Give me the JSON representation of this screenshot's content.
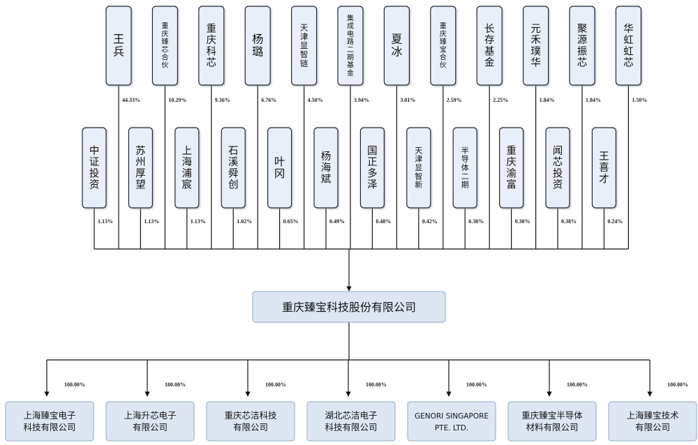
{
  "top_row": [
    {
      "name": "王兵",
      "pct": "44.33%"
    },
    {
      "name": "重庆臻芯合伙",
      "pct": "10.29%"
    },
    {
      "name": "重庆科芯",
      "pct": "9.36%"
    },
    {
      "name": "杨璐",
      "pct": "6.76%"
    },
    {
      "name": "天津显智链",
      "pct": "4.50%"
    },
    {
      "name": "集成电路二期基金",
      "pct": "3.94%"
    },
    {
      "name": "夏冰",
      "pct": "3.01%"
    },
    {
      "name": "重庆臻宝合伙",
      "pct": "2.59%"
    },
    {
      "name": "长存基金",
      "pct": "2.25%"
    },
    {
      "name": "元禾璞华",
      "pct": "1.84%"
    },
    {
      "name": "聚源振芯",
      "pct": "1.84%"
    },
    {
      "name": "华虹虹芯",
      "pct": "1.50%"
    }
  ],
  "second_row": [
    {
      "name": "中证投资",
      "pct": "1.13%"
    },
    {
      "name": "苏州厚望",
      "pct": "1.13%"
    },
    {
      "name": "上海浦宸",
      "pct": "1.13%"
    },
    {
      "name": "石溪舜创",
      "pct": "1.02%"
    },
    {
      "name": "叶冈",
      "pct": "0.65%"
    },
    {
      "name": "杨海斌",
      "pct": "0.49%"
    },
    {
      "name": "国正多泽",
      "pct": "0.48%"
    },
    {
      "name": "天津显智新",
      "pct": "0.42%"
    },
    {
      "name": "半导体二期",
      "pct": "0.38%"
    },
    {
      "name": "重庆渝富",
      "pct": "0.38%"
    },
    {
      "name": "闻芯投资",
      "pct": "0.38%"
    },
    {
      "name": "王喜才",
      "pct": "0.24%"
    }
  ],
  "center": {
    "name": "重庆臻宝科技股份有限公司"
  },
  "subsidiaries": [
    {
      "lines": [
        "上海臻宝电子",
        "科技有限公司"
      ],
      "pct": "100.00%"
    },
    {
      "lines": [
        "上海升芯电子",
        "有限公司"
      ],
      "pct": "100.00%"
    },
    {
      "lines": [
        "重庆芯洁科技",
        "有限公司"
      ],
      "pct": "100.00%"
    },
    {
      "lines": [
        "湖北芯洁电子",
        "科技有限公司"
      ],
      "pct": "100.00%"
    },
    {
      "lines": [
        "GENORI SINGAPORE",
        "PTE. LTD."
      ],
      "pct": "100.00%"
    },
    {
      "lines": [
        "重庆臻宝半导体",
        "材料有限公司"
      ],
      "pct": "100.00%"
    },
    {
      "lines": [
        "上海臻宝技术",
        "有限公司"
      ],
      "pct": "100.00%"
    }
  ]
}
